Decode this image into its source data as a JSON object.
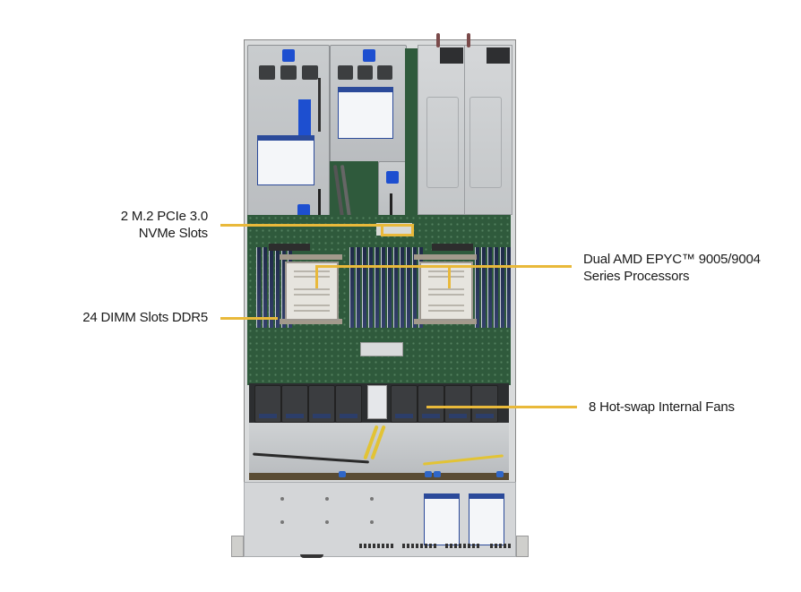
{
  "figure": {
    "subject": "1U dual-socket server top view",
    "background_color": "#FFFFFF",
    "leader_color": "#E9B93A",
    "text_color": "#1A1A1A"
  },
  "callouts": {
    "m2": {
      "line1": "2 M.2 PCIe 3.0",
      "line2": "NVMe Slots"
    },
    "dimm": {
      "line1": "24 DIMM Slots DDR5"
    },
    "cpu": {
      "line1": "Dual AMD EPYC™ 9005/9004",
      "line2": "Series Processors"
    },
    "fans": {
      "line1": "8 Hot-swap Internal Fans"
    }
  }
}
